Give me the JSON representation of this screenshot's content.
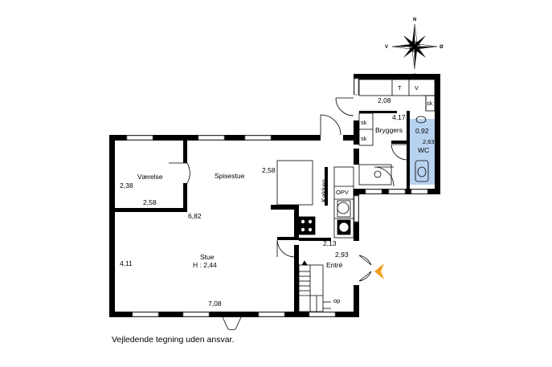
{
  "compass": {
    "north": "N",
    "south": "S",
    "east": "Ø",
    "west": "V"
  },
  "rooms": {
    "vaerelse": "Værelse",
    "spisestue": "Spisestue",
    "stue": "Stue",
    "stue_height": "H : 2,44",
    "koekken": "Køkken",
    "bryggers": "Bryggers",
    "wc": "WC",
    "entre": "Entré"
  },
  "dimensions": {
    "vaerelse_w": "2,58",
    "vaerelse_h": "2,38",
    "spisestue_w": "6,82",
    "spisestue_h": "2,58",
    "stue_w": "7,08",
    "stue_h": "4,11",
    "koekken_w": "2,13",
    "entre_w": "2,93",
    "bryggers_w": "2,08",
    "bryggers_h": "4,17",
    "wc_w": "0,92",
    "wc_h": "2,63"
  },
  "fixtures": {
    "t": "T",
    "v": "V",
    "sk1": "sk",
    "sk2": "sk",
    "sk3": "sk",
    "opv": "OPV",
    "op": "op"
  },
  "colors": {
    "wall": "#000000",
    "wc_fill": "#b8d3f0",
    "window_frame": "#808080",
    "entrance_arrow": "#f0a020"
  },
  "disclaimer": "Vejledende tegning uden ansvar."
}
